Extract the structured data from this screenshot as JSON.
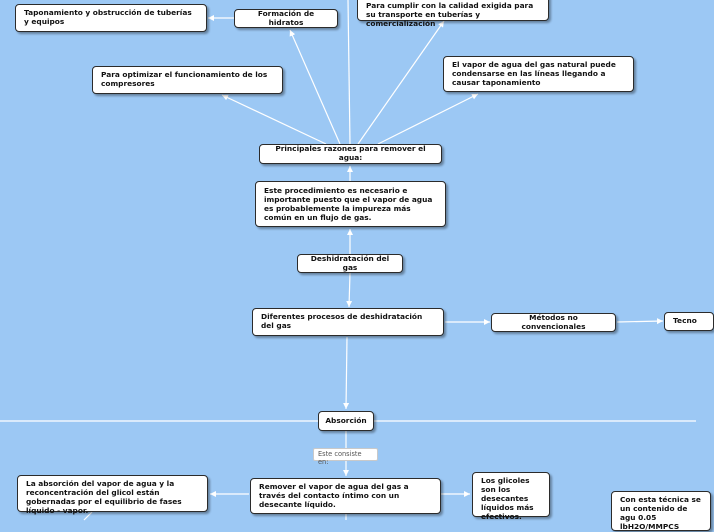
{
  "nodes": {
    "deshidratacion": "Deshidratación del gas",
    "procedimiento": "Este procedimiento es necesario e importante puesto que el vapor de agua es probablemente la impureza más común en un flujo de gas.",
    "razones": "Principales razones para remover el agua:",
    "compresores": "Para optimizar el funcionamiento de los compresores",
    "hidratos": "Formación de hidratos",
    "taponamiento": "Taponamiento y obstrucción de tuberías y equipos",
    "calidad": "Para cumplir con la calidad exigida para su transporte en tuberías y comercialización",
    "vapor_condensar": "El vapor de agua del gas natural puede condensarse en las líneas llegando a causar taponamiento",
    "procesos": "Diferentes procesos de deshidratación del gas",
    "metodos_no_conv": "Métodos no convencionales",
    "tecno": "Tecno",
    "absorcion": "Absorción",
    "remover_agua": "Remover el vapor de agua del gas a través del contacto íntimo con un desecante líquido.",
    "glicoles": "Los glicoles son los desecantes líquidos más efectivos.",
    "absorcion_vapor": "La absorción del vapor de agua y la reconcentración del glicol están gobernadas por el equilibrio de fases líquido - vapor.",
    "tecnica": "Con esta técnica se un contenido de agu 0.05 lbH2O/MMPCS"
  },
  "edge_labels": {
    "consiste": "Este consiste en:"
  },
  "colors": {
    "background": "#9cc8f4",
    "connector": "#ffffff"
  }
}
